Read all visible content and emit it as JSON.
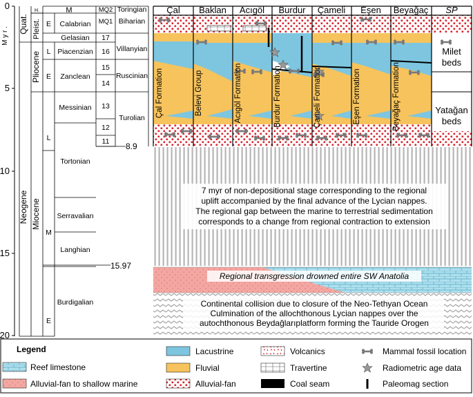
{
  "axis": {
    "label": "M y r .",
    "ticks": [
      "0",
      "5",
      "10",
      "15",
      "20"
    ]
  },
  "chrono_header": {
    "h": "H.",
    "m": "M",
    "mq2": "MQ2",
    "mq1": "MQ1",
    "toringian": "Toringian"
  },
  "chrono": {
    "quat": "Quat.",
    "neogene": "Neogene",
    "pleist": "Pleist.",
    "pliocene": "Pliocene",
    "miocene": "Miocene",
    "e1": "E",
    "l1": "L",
    "e2": "E",
    "l2": "L",
    "m": "M",
    "e3": "E",
    "calabrian": "Calabrian",
    "gelasian": "Gelasian",
    "piacenzian": "Piacenzian",
    "zanclean": "Zanclean",
    "messinian": "Messinian",
    "tortonian": "Tortonian",
    "serravalian": "Serravalian",
    "langhian": "Langhian",
    "burdigalian": "Burdigalian",
    "mq17": "17",
    "mq16": "16",
    "mq15": "15",
    "mq14": "14",
    "mq13": "13",
    "mq12": "12",
    "mq11": "11",
    "biharian": "Biharian",
    "villanyian": "Villanyian",
    "ruscinian": "Ruscinian",
    "turolian": "Turolian"
  },
  "markers": {
    "m89": "8.9",
    "m1597": "15.97"
  },
  "columns": [
    "Çal",
    "Baklan",
    "Acıgöl",
    "Burdur",
    "Çameli",
    "Eşen",
    "Beyağaç"
  ],
  "formations": [
    "Çal Formation",
    "Belevi Group",
    "Acıgöl Formation",
    "Burdur Formation",
    "Çameli Formation",
    "Eşen Formation",
    "Beyağaç Formation"
  ],
  "sp": {
    "header": "SP",
    "milet": [
      "Milet",
      "beds"
    ],
    "yatagan": [
      "Yatağan",
      "beds"
    ]
  },
  "gap_text": [
    "7 myr of non-depositional stage corresponding to the regional",
    "uplift accompanied by the final advance of the Lycian nappes.",
    "The regional gap between the marine to terrestrial sedimentation",
    "corresponds to a change from regional contraction to extension"
  ],
  "transgression_text": "Regional transgression drowned entire SW Anatolia",
  "collision_text": [
    "Continental collision due to closure of the Neo-Tethyan Ocean",
    "Culmination of the allochthonous Lycian nappes over the",
    "autochthonous Beydağlarıplatform forming the Tauride Orogen"
  ],
  "legend": {
    "title": "Legend",
    "reef": "Reef limestone",
    "alluvial_marine": "Alluvial-fan to shallow marine",
    "lacustrine": "Lacustrine",
    "fluvial": "Fluvial",
    "alluvial_fan": "Alluvial-fan",
    "volcanics": "Volcanics",
    "travertine": "Travertine",
    "coal": "Coal seam",
    "mammal": "Mammal fossil location",
    "radiometric": "Radiometric age data",
    "paleomag": "Paleomag section"
  },
  "colors": {
    "lacustrine": "#7ec6e0",
    "fluvial": "#f7c35c",
    "volcanic": "#d9232e",
    "reef": "#aee0ee",
    "alluvial_marine": "#f4a7a2",
    "gap_stripe": "#b5b5b5"
  }
}
